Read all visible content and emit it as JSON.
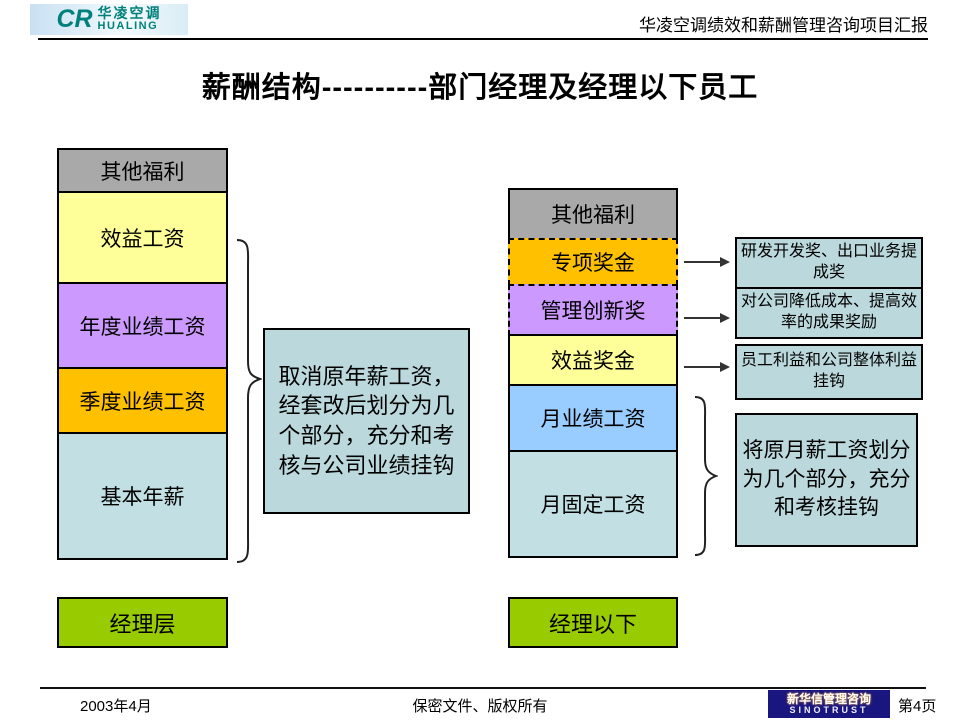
{
  "header": {
    "logo": {
      "mark": "CR",
      "name_cn": "华凌空调",
      "name_en": "HUALING"
    },
    "report_title": "华凌空调绩效和薪酬管理咨询项目汇报"
  },
  "slide_title": "薪酬结构----------部门经理及经理以下员工",
  "left_group": {
    "blocks": [
      {
        "label": "其他福利",
        "color": "#a9a9a9",
        "height": 45,
        "dashed": false
      },
      {
        "label": "效益工资",
        "color": "#ffff99",
        "height": 93,
        "dashed": false
      },
      {
        "label": "年度业绩工资",
        "color": "#cc99ff",
        "height": 87,
        "dashed": false
      },
      {
        "label": "季度业绩工资",
        "color": "#ffc000",
        "height": 67,
        "dashed": false
      },
      {
        "label": "基本年薪",
        "color": "#c2e0e4",
        "height": 128,
        "dashed": false
      }
    ],
    "category_label": "经理层",
    "note": "取消原年薪工资，经套改后划分为几个部分，充分和考核与公司业绩挂钩"
  },
  "right_group": {
    "blocks": [
      {
        "label": "其他福利",
        "color": "#a9a9a9",
        "height": 52,
        "dashed": false
      },
      {
        "label": "专项奖金",
        "color": "#ffc000",
        "height": 48,
        "dashed": true
      },
      {
        "label": "管理创新奖",
        "color": "#cc99ff",
        "height": 52,
        "dashed": true
      },
      {
        "label": "效益奖金",
        "color": "#ffff99",
        "height": 52,
        "dashed": false
      },
      {
        "label": "月业绩工资",
        "color": "#99ccff",
        "height": 68,
        "dashed": false
      },
      {
        "label": "月固定工资",
        "color": "#c2e0e4",
        "height": 108,
        "dashed": false
      }
    ],
    "category_label": "经理以下",
    "annotations": [
      "研发开发奖、出口业务提成奖",
      "对公司降低成本、提高效率的成果奖励",
      "员工利益和公司整体利益挂钩"
    ],
    "note": "将原月薪工资划分为几个部分，充分和考核挂钩"
  },
  "footer": {
    "date": "2003年4月",
    "confidential": "保密文件、版权所有",
    "consultant_logo": {
      "name_cn": "新华信管理咨询",
      "name_en": "SINOTRUST"
    },
    "page": "第4页"
  },
  "colors": {
    "brand_teal": "#00807a",
    "consultant_navy": "#1a1680",
    "note_box_bg": "#bbd9dd",
    "category_green": "#99cc00",
    "arrow_gray": "#333333"
  }
}
